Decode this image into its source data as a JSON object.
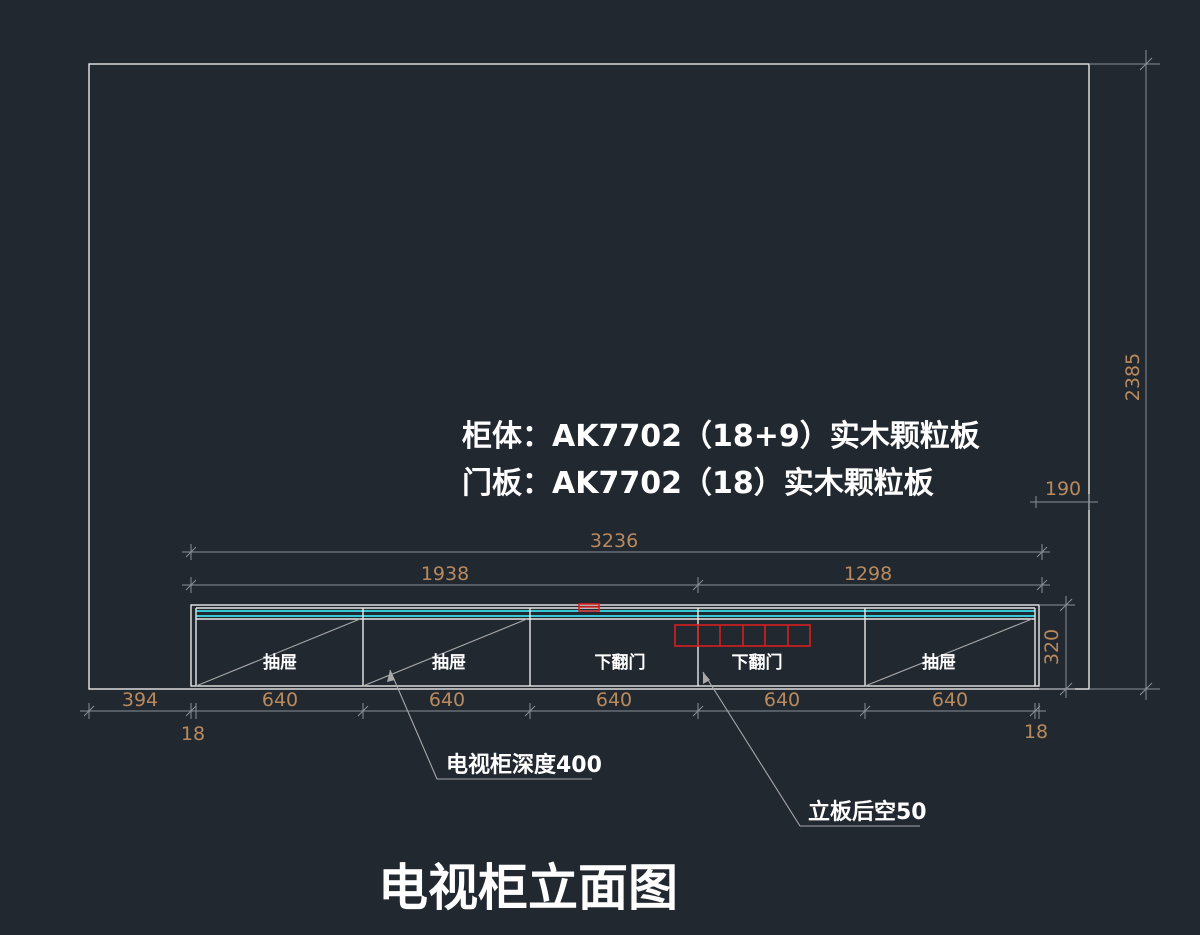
{
  "notes": {
    "cabinet_material": "柜体：AK7702（18+9）实木颗粒板",
    "door_material": "门板：AK7702（18）实木颗粒板"
  },
  "dimensions": {
    "wall_height": "2385",
    "right_offset": "190",
    "total_width": "3236",
    "left_section": "1938",
    "right_section": "1298",
    "cabinet_height": "320",
    "left_gap": "394",
    "module_1": "640",
    "module_2": "640",
    "module_3": "640",
    "module_4": "640",
    "module_5": "640",
    "panel_left": "18",
    "panel_right": "18"
  },
  "modules": [
    {
      "label": "抽屉"
    },
    {
      "label": "抽屉"
    },
    {
      "label": "下翻门"
    },
    {
      "label": "下翻门"
    },
    {
      "label": "抽屉"
    }
  ],
  "callouts": {
    "depth": "电视柜深度400",
    "back_gap": "立板后空50"
  },
  "title": "电视柜立面图",
  "colors": {
    "background": "#212830",
    "lines": "#e8e8e8",
    "dimension_text": "#b98a5e",
    "glass_strip": "#36c6d6",
    "marker": "#d61f1f"
  }
}
